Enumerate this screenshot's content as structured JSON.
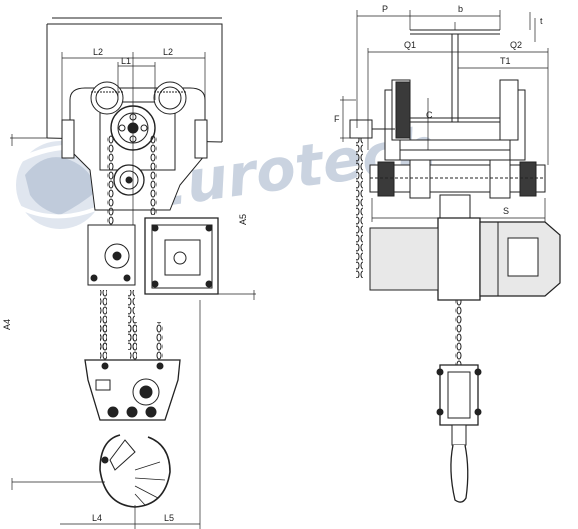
{
  "watermark": {
    "text": "Eurotech",
    "color": "#9fb0c8",
    "icon": "globe-icon"
  },
  "left_view": {
    "labels": {
      "l2_left": "L2",
      "l2_right": "L2",
      "l1": "L1",
      "a5": "A5",
      "a4": "A4",
      "l4": "L4",
      "l5": "L5"
    }
  },
  "right_view": {
    "labels": {
      "p": "P",
      "b": "b",
      "t": "t",
      "q1": "Q1",
      "q2": "Q2",
      "t1": "T1",
      "f": "F",
      "c": "C",
      "s": "S"
    }
  },
  "colors": {
    "line": "#222222",
    "motor_fill": "#e8e8e8",
    "dark_fill": "#3a3a3a"
  }
}
